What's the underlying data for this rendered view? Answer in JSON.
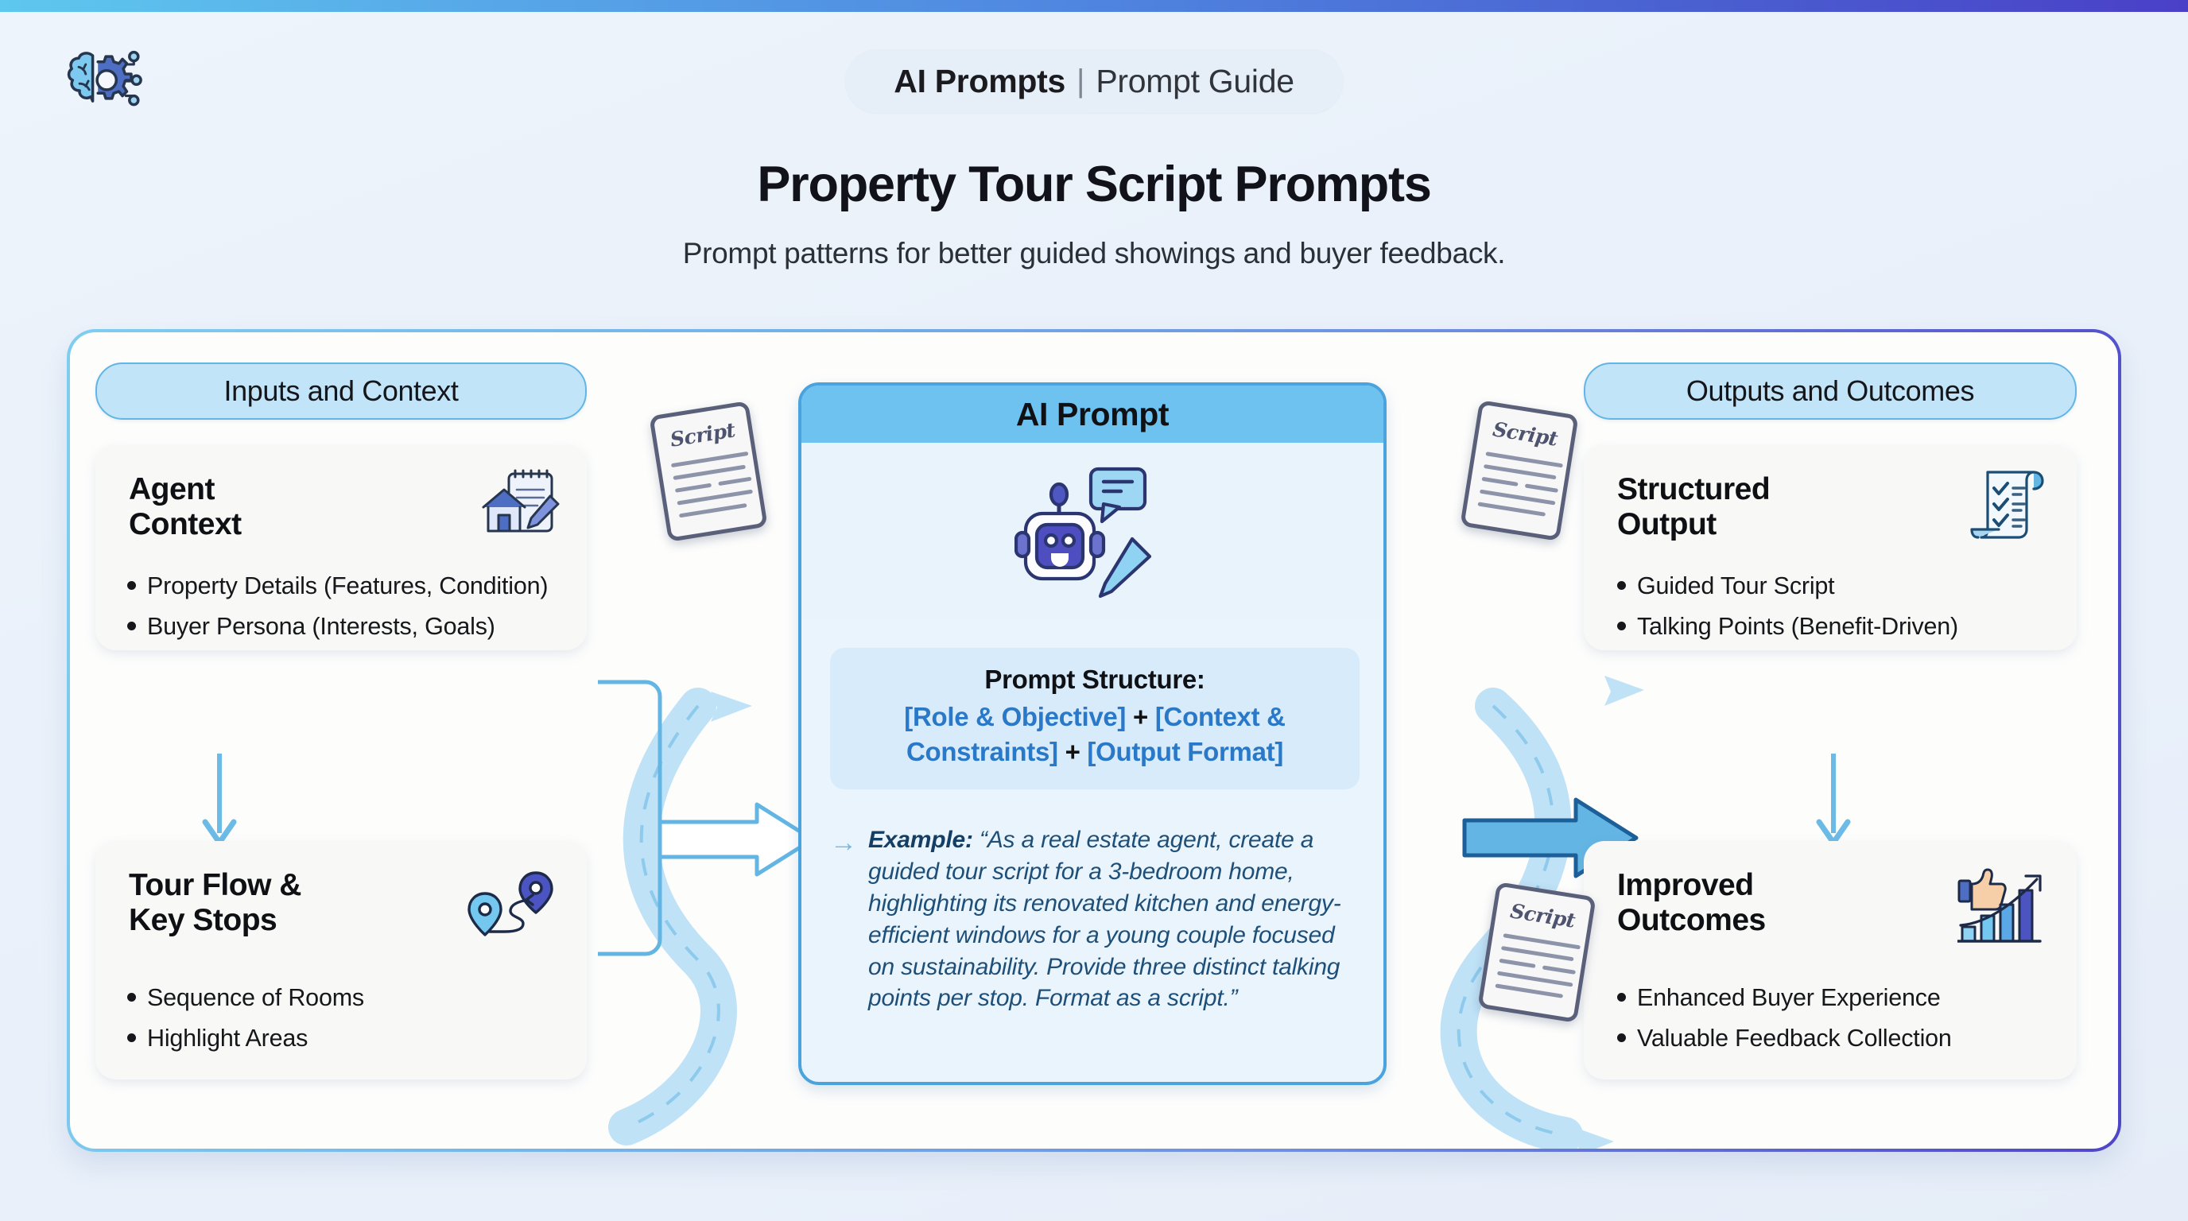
{
  "header": {
    "logo_icon": "brain-gear-ai-icon",
    "badge_primary": "AI Prompts",
    "badge_separator": "|",
    "badge_secondary": "Prompt Guide",
    "title": "Property Tour Script Prompts",
    "subtitle": "Prompt patterns for better guided showings and buyer feedback."
  },
  "left_column": {
    "pill_label": "Inputs and Context",
    "cards": [
      {
        "title_line1": "Agent",
        "title_line2": "Context",
        "icon": "house-notepad-pencil-icon",
        "bullets": [
          "Property Details (Features, Condition)",
          "Buyer Persona (Interests, Goals)"
        ]
      },
      {
        "title_line1": "Tour Flow &",
        "title_line2": "Key Stops",
        "icon": "map-route-pins-icon",
        "bullets": [
          "Sequence of Rooms",
          "Highlight Areas"
        ]
      }
    ]
  },
  "center": {
    "header_label": "AI Prompt",
    "icon": "robot-chat-pencil-icon",
    "structure_title": "Prompt Structure:",
    "structure_parts": [
      "[Role & Objective]",
      "[Context & Constraints]",
      "[Output Format]"
    ],
    "structure_joiner": "+",
    "example_label": "Example:",
    "example_arrow": "→",
    "example_text": "“As a real estate agent, create a guided tour script for a 3-bedroom home, highlighting its renovated kitchen and energy-efficient windows for a young couple focused on sustainability. Provide three distinct talking points per stop. Format as a script.”"
  },
  "right_column": {
    "pill_label": "Outputs and Outcomes",
    "cards": [
      {
        "title_line1": "Structured",
        "title_line2": "Output",
        "icon": "checklist-scroll-icon",
        "bullets": [
          "Guided Tour Script",
          "Talking Points (Benefit-Driven)"
        ]
      },
      {
        "title_line1": "Improved",
        "title_line2": "Outcomes",
        "icon": "thumbs-up-growth-chart-icon",
        "bullets": [
          "Enhanced Buyer Experience",
          "Valuable Feedback Collection"
        ]
      }
    ]
  },
  "decorations": {
    "script_doc_label": "Script",
    "doc_count": 3
  },
  "colors": {
    "topbar_start": "#5ec8ee",
    "topbar_end": "#4a40c8",
    "pill_fill": "#c2e4f8",
    "pill_border": "#63b5e4",
    "ai_header": "#6dc2f0",
    "ai_border": "#4aa3dd",
    "accent_blue": "#2a78c8",
    "ribbon": "#bfe2f7",
    "example_text": "#1e4f79"
  }
}
